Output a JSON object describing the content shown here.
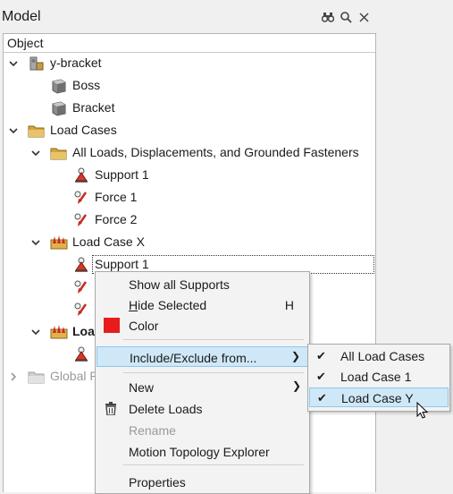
{
  "panel": {
    "title": "Model",
    "icons": [
      "binoculars-icon",
      "search-icon",
      "close-icon"
    ]
  },
  "tree": {
    "header": "Object",
    "rows": [
      {
        "label": "y-bracket",
        "icon": "assembly-icon"
      },
      {
        "label": "Boss",
        "icon": "part-icon"
      },
      {
        "label": "Bracket",
        "icon": "part-icon"
      },
      {
        "label": "Load Cases",
        "icon": "folder-icon"
      },
      {
        "label": "All Loads, Displacements, and Grounded Fasteners",
        "icon": "folder-icon"
      },
      {
        "label": "Support 1",
        "icon": "support-icon"
      },
      {
        "label": "Force 1",
        "icon": "force-icon"
      },
      {
        "label": "Force 2",
        "icon": "force-icon"
      },
      {
        "label": "Load Case X",
        "icon": "load-case-icon"
      },
      {
        "label": "Support 1",
        "icon": "support-icon"
      },
      {
        "label": "Loa",
        "icon": "load-case-icon"
      },
      {
        "label": "Global F",
        "icon": "folder-icon"
      }
    ]
  },
  "context_menu": {
    "items": [
      {
        "prefix": "",
        "ul": "",
        "rest": "Show all Supports",
        "shortcut": ""
      },
      {
        "prefix": "",
        "ul": "H",
        "rest": "ide Selected",
        "shortcut": "H"
      },
      {
        "prefix": "",
        "ul": "",
        "rest": "Color",
        "shortcut": ""
      },
      {
        "prefix": "",
        "ul": "",
        "rest": "Include/Exclude from...",
        "shortcut": ""
      },
      {
        "prefix": "",
        "ul": "",
        "rest": "New",
        "shortcut": ""
      },
      {
        "prefix": "",
        "ul": "",
        "rest": "Delete Loads",
        "shortcut": ""
      },
      {
        "prefix": "",
        "ul": "",
        "rest": "Rename",
        "shortcut": ""
      },
      {
        "prefix": "",
        "ul": "",
        "rest": "Motion Topology Explorer",
        "shortcut": ""
      },
      {
        "prefix": "",
        "ul": "",
        "rest": "Properties",
        "shortcut": ""
      }
    ]
  },
  "submenu": {
    "items": [
      {
        "label": "All Load Cases",
        "checked": true
      },
      {
        "label": "Load Case 1",
        "checked": true
      },
      {
        "label": "Load Case Y",
        "checked": true
      }
    ]
  },
  "colors": {
    "accent_selection": "#cfe8f7",
    "color_swatch": "#e81c1c"
  }
}
